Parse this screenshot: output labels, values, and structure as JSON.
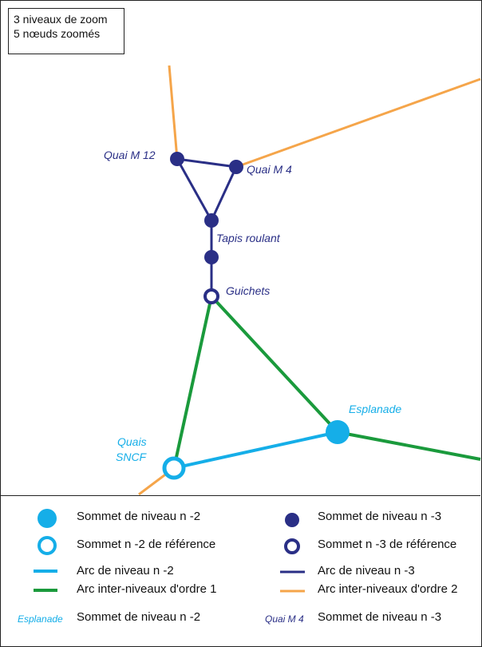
{
  "info_box": {
    "line1": "3 niveaux de zoom",
    "line2": "5 nœuds zoomés"
  },
  "nodes": {
    "quai_m12": "Quai M 12",
    "quai_m4": "Quai M 4",
    "tapis_roulant": "Tapis roulant",
    "guichets": "Guichets",
    "esplanade": "Esplanade",
    "quais_sncf_line1": "Quais",
    "quais_sncf_line2": "SNCF"
  },
  "legend": {
    "sommet_n2": "Sommet de niveau n -2",
    "sommet_n2_ref": "Sommet  n -2 de référence",
    "arc_n2": "Arc de niveau n -2",
    "arc_inter_1": "Arc inter-niveaux d'ordre 1",
    "label_n2_example": "Esplanade",
    "label_n2_text": "Sommet de niveau n -2",
    "sommet_n3": "Sommet de niveau n -3",
    "sommet_n3_ref": "Sommet  n -3 de référence",
    "arc_n3": "Arc de niveau n -3",
    "arc_inter_2": "Arc inter-niveaux d'ordre 2",
    "label_n3_example": "Quai M 4",
    "label_n3_text": "Sommet  de niveau n -3"
  },
  "colors": {
    "level_n2": "#15aee8",
    "level_n3": "#2a2f86",
    "inter_order1": "#1a9a3c",
    "inter_order2": "#f5a54a",
    "frame": "#222222"
  }
}
